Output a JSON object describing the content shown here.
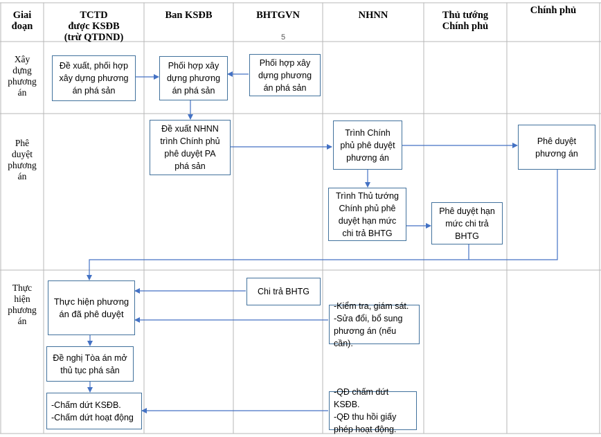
{
  "headers": {
    "stage": "Giai\nđoạn",
    "tctd": "TCTD\nđược KSĐB\n(trừ QTDND)",
    "ban": "Ban KSĐB",
    "bhtg": "BHTGVN",
    "bhtg_note": "5",
    "nhnn": "NHNN",
    "ttcp": "Thủ tướng\nChính phủ",
    "cp": "Chính phủ"
  },
  "stages": {
    "s1": "Xây\ndựng\nphương\nán",
    "s2": "Phê\nduyệt\nphương\nán",
    "s3": "Thực\nhiện\nphương\nán"
  },
  "boxes": {
    "b1": "Đề xuất, phối hợp\nxây dựng phương\nán phá sản",
    "b2": "Phối hợp xây\ndựng phương\nán phá sản",
    "b3": "Phối hợp xây\ndựng phương\nán phá sản",
    "b4": "Đề xuất NHNN\ntrình Chính phủ\nphê duyệt PA\nphá sản",
    "b5": "Trình Chính\nphủ phê duyệt\nphương án",
    "b6": "Phê duyệt\nphương án",
    "b7": "Trình Thủ tướng\nChính phủ phê\nduyệt hạn mức\nchi trả BHTG",
    "b8": "Phê duyệt hạn\nmức chi trả\nBHTG",
    "b9": "Chi trả BHTG",
    "b10": "Thực hiện phương\nán đã phê duyệt",
    "b11": "-Kiểm tra, giám sát.\n-Sửa đổi, bổ sung\nphương án (nếu cần).",
    "b12": "Đề nghị Tòa án mở\nthủ tục phá sản",
    "b13": "-Chấm dứt KSĐB.\n-Chấm dứt hoạt động",
    "b14": "-QĐ chấm dứt KSĐB.\n-QĐ thu hồi giấy\nphép hoạt động."
  },
  "colors": {
    "grid": "#b7b7b7",
    "box_border": "#41719c",
    "arrow": "#4472c4"
  }
}
